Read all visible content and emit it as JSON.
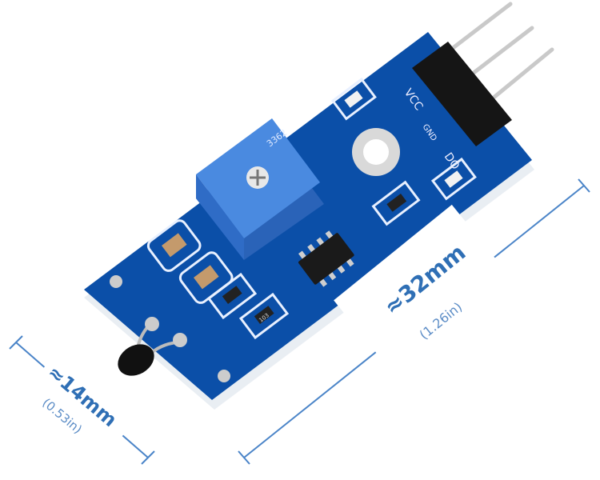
{
  "product": {
    "board_color": "#0b4fa8",
    "pot_color": "#3f7fd6",
    "silkscreen": {
      "pot_marking": "3362",
      "resistor_marking": "103",
      "pins": [
        "VCC",
        "GND",
        "DO"
      ]
    }
  },
  "dimensions": {
    "length": {
      "label": "≈32mm",
      "sub": "(1.26in)"
    },
    "width": {
      "label": "≈14mm",
      "sub": "(0.53in)"
    },
    "color": "#2f6fb5"
  }
}
